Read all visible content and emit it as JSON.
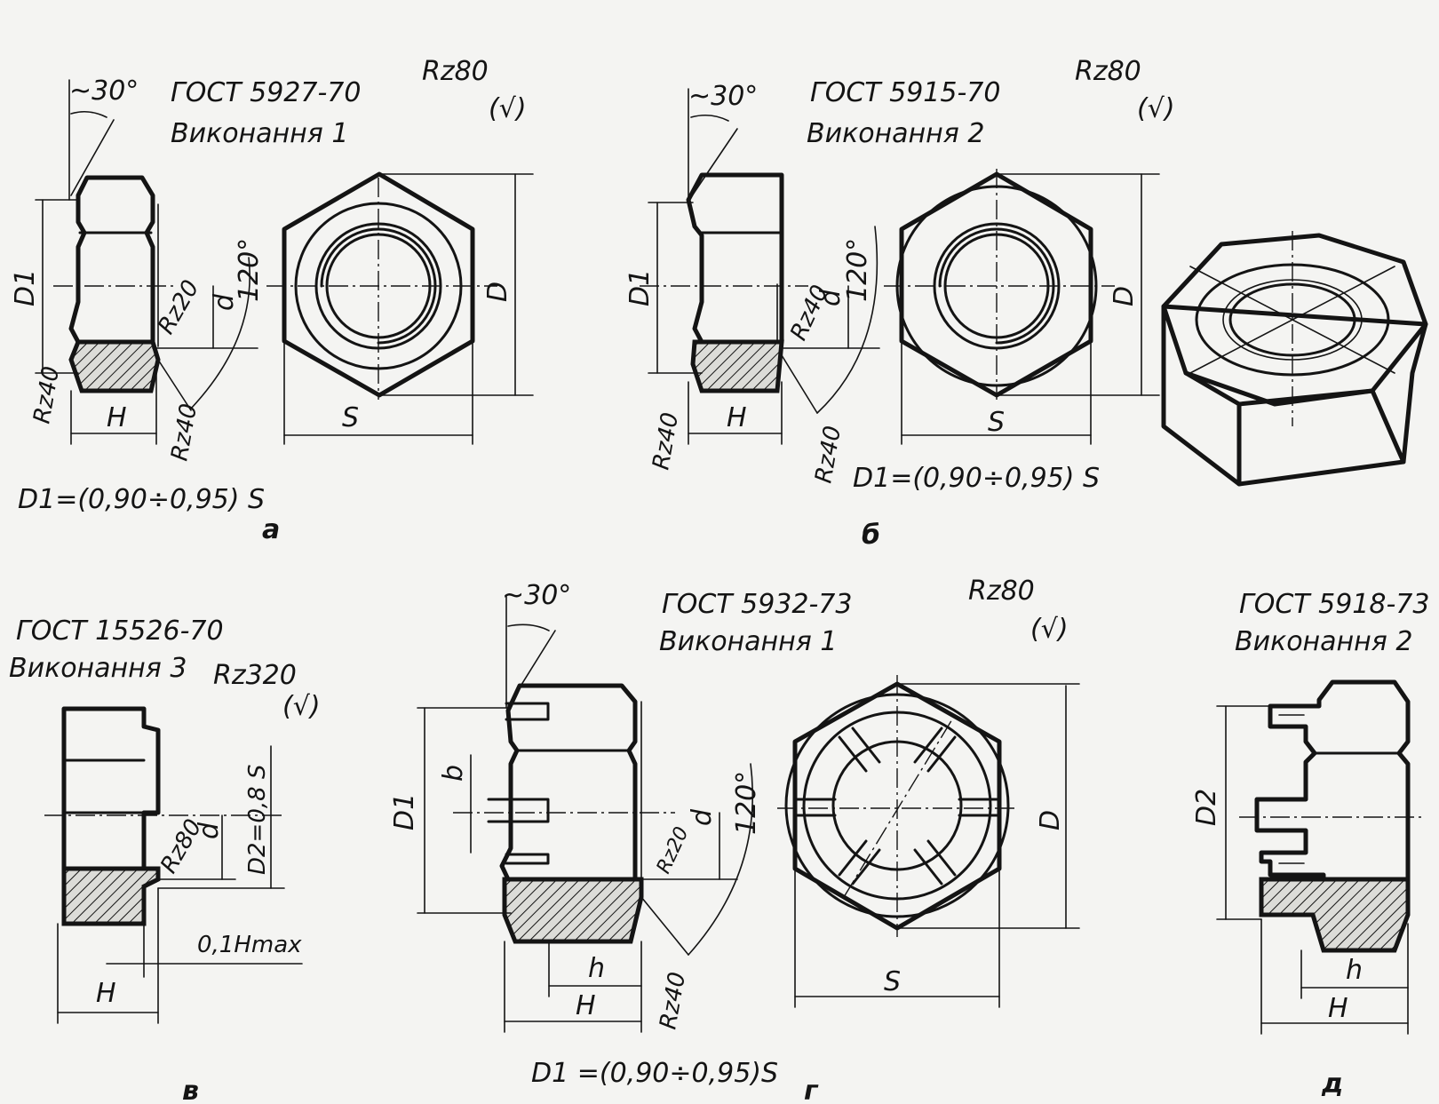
{
  "views": {
    "a": {
      "label": "а",
      "standard": "ГОСТ 5927-70",
      "version": "Виконання 1",
      "chamfer_angle": "~30°",
      "roughness_main": "Rz80",
      "roughness_extra": "(√)",
      "rz_face": "Rz20",
      "rz_side": "Rz40",
      "rz_bottom": "Rz40",
      "angle": "120°",
      "dim_D1": "D1",
      "dim_d": "d",
      "dim_H": "H",
      "dim_S": "S",
      "dim_D": "D",
      "formula": "D1=(0,90÷0,95) S"
    },
    "b": {
      "label": "б",
      "standard": "ГОСТ 5915-70",
      "version": "Виконання 2",
      "chamfer_angle": "~30°",
      "roughness_main": "Rz80",
      "roughness_extra": "(√)",
      "rz_face": "Rz40",
      "rz_side": "Rz40",
      "rz_bottom": "Rz40",
      "angle": "120°",
      "dim_D1": "D1",
      "dim_d": "d",
      "dim_H": "H",
      "dim_S": "S",
      "dim_D": "D",
      "formula": "D1=(0,90÷0,95) S"
    },
    "v": {
      "label": "в",
      "standard": "ГОСТ 15526-70",
      "version": "Виконання 3",
      "roughness_main": "Rz320",
      "roughness_extra": "(√)",
      "rz_face": "Rz80",
      "dim_d": "d",
      "dim_D2": "D2=0,8 S",
      "dim_H": "H",
      "dim_01H": "0,1Hmax"
    },
    "g": {
      "label": "г",
      "standard": "ГОСТ 5932-73",
      "version": "Виконання 1",
      "chamfer_angle": "~30°",
      "roughness_main": "Rz80",
      "roughness_extra": "(√)",
      "rz_face": "Rz20",
      "rz_bottom": "Rz40",
      "angle": "120°",
      "dim_D1": "D1",
      "dim_b": "b",
      "dim_d": "d",
      "dim_h": "h",
      "dim_H": "H",
      "dim_S": "S",
      "dim_D": "D",
      "formula": "D1 =(0,90÷0,95)S"
    },
    "d": {
      "label": "д",
      "standard": "ГОСТ 5918-73",
      "version": "Виконання 2",
      "dim_D2": "D2",
      "dim_h": "h",
      "dim_H": "H"
    }
  }
}
